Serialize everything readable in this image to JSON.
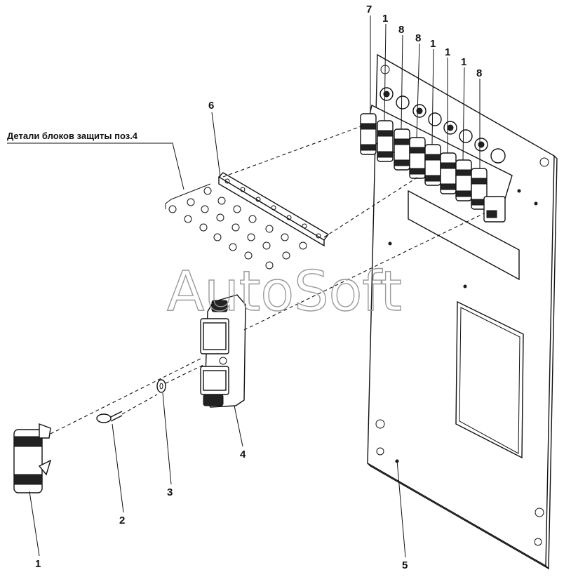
{
  "diagram": {
    "caption": "Детали блоков защиты поз.4",
    "watermark": "AutoSoft",
    "callouts": {
      "c1_main": "1",
      "c2": "2",
      "c3": "3",
      "c4": "4",
      "c5": "5",
      "c6": "6",
      "c7": "7",
      "top_1a": "1",
      "top_8a": "8",
      "top_8b": "8",
      "top_1b": "1",
      "top_1c": "1",
      "top_1d": "1",
      "top_8c": "8"
    }
  }
}
